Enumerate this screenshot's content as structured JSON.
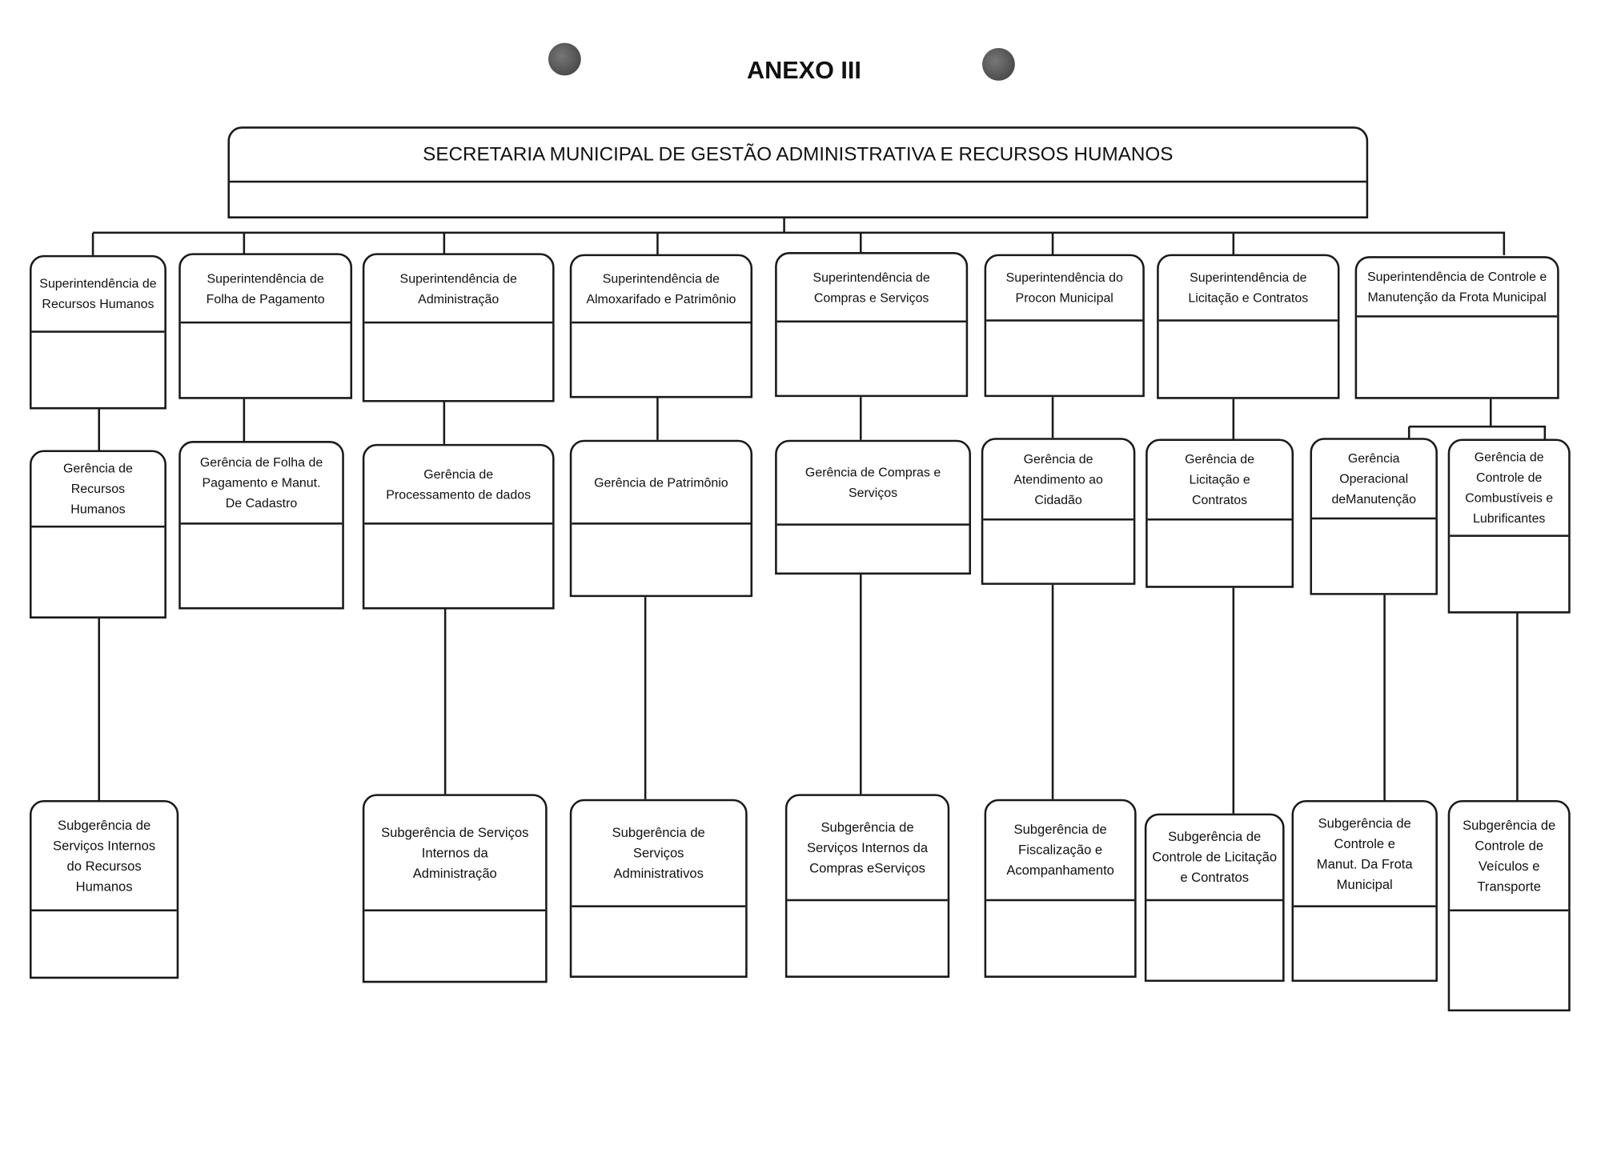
{
  "document": {
    "title": "ANEXO III",
    "secretaria": "SECRETARIA MUNICIPAL DE GESTÃO ADMINISTRATIVA E RECURSOS HUMANOS"
  },
  "superintendencias": [
    "Superintendência de\nRecursos Humanos",
    "Superintendência de\nFolha de Pagamento",
    "Superintendência de\nAdministração",
    "Superintendência de\nAlmoxarifado e Patrimônio",
    "Superintendência de\nCompras e Serviços",
    "Superintendência do\nProcon Municipal",
    "Superintendência de\nLicitação e Contratos",
    "Superintendência de Controle e\nManutenção da Frota Municipal"
  ],
  "gerencias": [
    "Gerência de\nRecursos\nHumanos",
    "Gerência de Folha de\nPagamento e Manut.\nDe Cadastro",
    "Gerência de\nProcessamento de dados",
    "Gerência de Patrimônio",
    "Gerência de Compras e\nServiços",
    "Gerência de\nAtendimento ao\nCidadão",
    "Gerência de\nLicitação e\nContratos",
    "Gerência\nOperacional\ndeManutenção",
    "Gerência de\nControle de\nCombustíveis e\nLubrificantes"
  ],
  "subgerencias": [
    "Subgerência de\nServiços Internos\ndo Recursos\nHumanos",
    "Subgerência de Serviços\nInternos da\nAdministração",
    "Subgerência de\nServiços\nAdministrativos",
    "Subgerência de\nServiços Internos da\nCompras eServiços",
    "Subgerência de\nFiscalização e\nAcompanhamento",
    "Subgerência de\nControle de Licitação\ne Contratos",
    "Subgerência de\nControle e\nManut. Da Frota\nMunicipal",
    "Subgerência de\nControle de\nVeículos e\nTransporte"
  ]
}
